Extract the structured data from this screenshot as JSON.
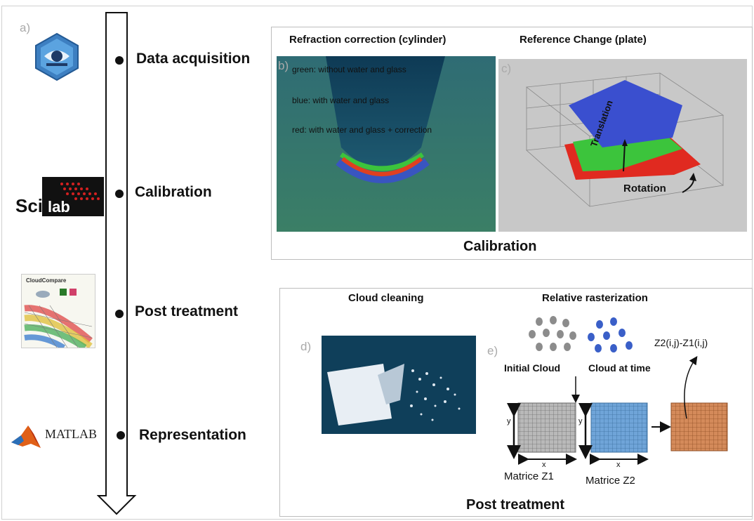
{
  "panels": {
    "a": "a)",
    "b": "b)",
    "c": "c)",
    "d": "d)",
    "e": "e)"
  },
  "timeline": {
    "stages": [
      "Data acquisition",
      "Calibration",
      "Post treatment",
      "Representation"
    ]
  },
  "tools": {
    "scilab_a": "Sci",
    "scilab_b": "lab",
    "cloudcompare": "CloudCompare",
    "matlab": "MATLAB"
  },
  "calibration": {
    "title": "Calibration",
    "refraction_heading": "Refraction correction (cylinder)",
    "reference_heading": "Reference Change (plate)",
    "legend": [
      "green: without water and glass",
      "blue: with water and glass",
      "red: with water and glass + correction"
    ],
    "translation_label": "Translation",
    "rotation_label": "Rotation"
  },
  "post": {
    "title": "Post treatment",
    "cleaning_heading": "Cloud cleaning",
    "raster_heading": "Relative rasterization",
    "initial_cloud": "Initial Cloud",
    "cloud_at_time": "Cloud at time",
    "formula": "Z2(i,j)-Z1(i,j)",
    "matrix1": "Matrice Z1",
    "matrix2": "Matrice Z2",
    "axis_x": "x",
    "axis_y": "y"
  },
  "colors": {
    "green": "#3cc43c",
    "blue": "#3a4fcf",
    "red": "#e03020",
    "grid_gray": "#9a9a9a",
    "grid_blue": "#5b93c9",
    "grid_brown": "#c97a4a"
  }
}
